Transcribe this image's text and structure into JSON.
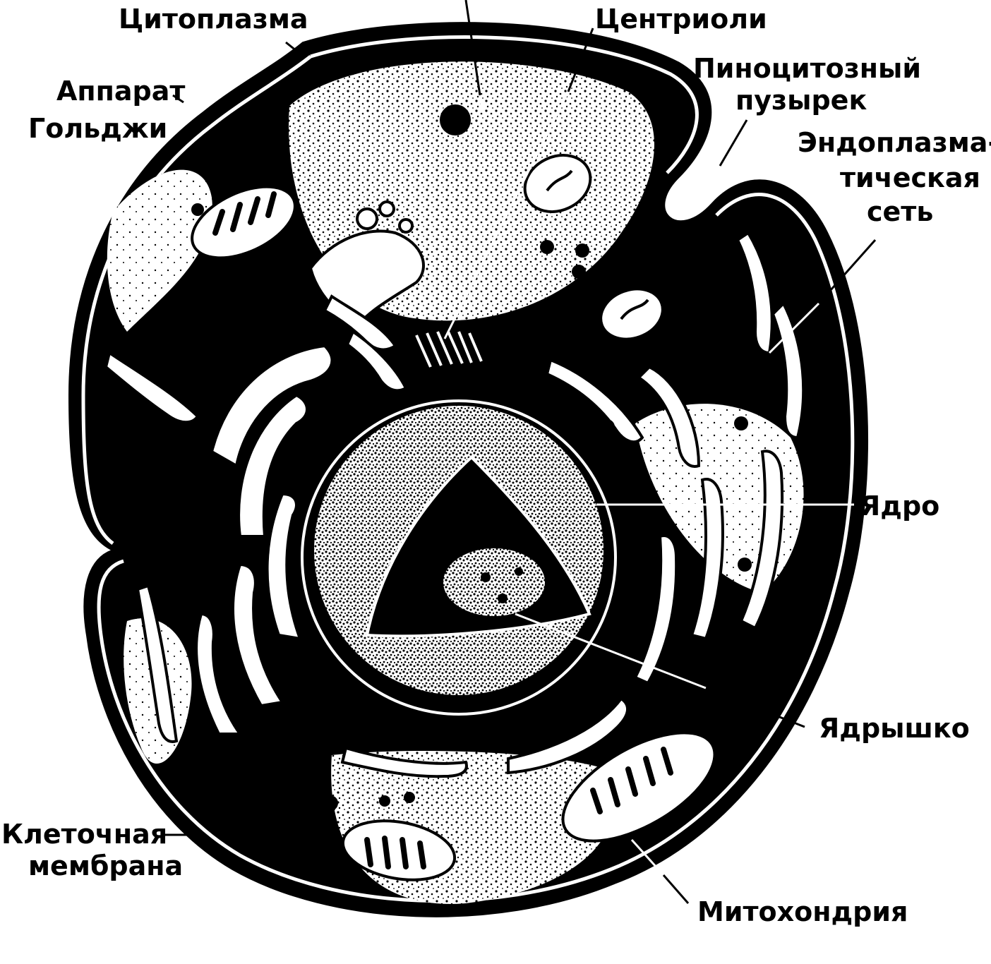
{
  "diagram": {
    "labels": {
      "cytoplasm": "Цитоплазма",
      "centrioles": "Центриоли",
      "golgi_line1": "Аппарат",
      "golgi_line2": "Гольджи",
      "pino_line1": "Пиноцитозный",
      "pino_line2": "пузырек",
      "er_line1": "Эндоплазма-",
      "er_line2": "тическая",
      "er_line3": "сеть",
      "nucleus": "Ядро",
      "nucleolus": "Ядрышко",
      "membrane_line1": "Клеточная",
      "membrane_line2": "мембрана",
      "mitochondrion": "Митохондрия"
    }
  }
}
